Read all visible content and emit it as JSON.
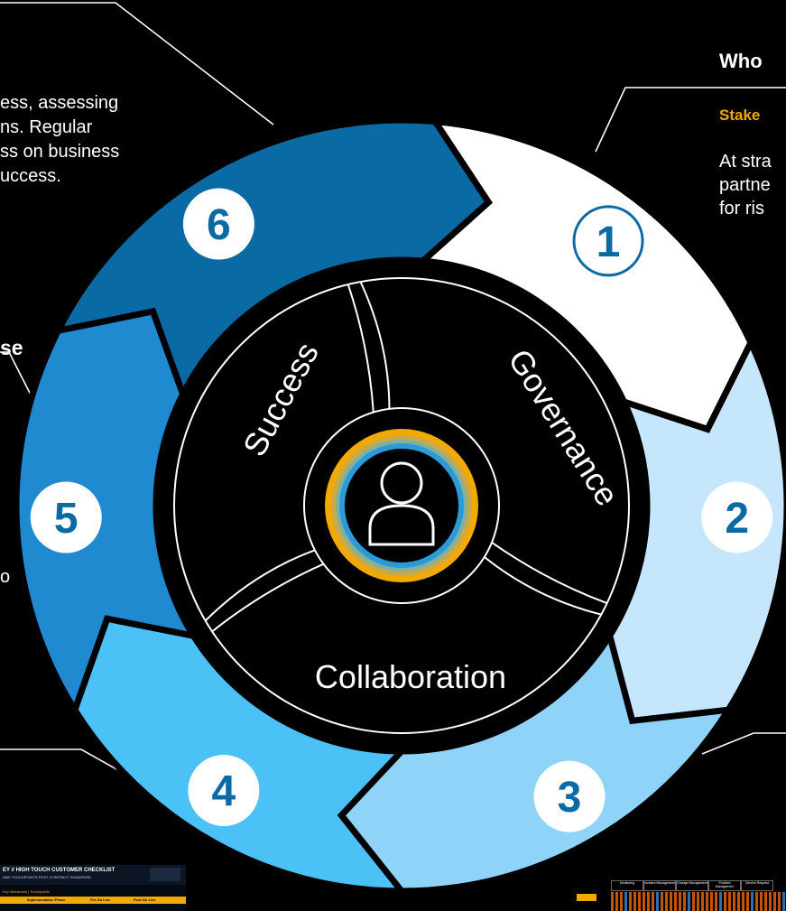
{
  "colors": {
    "background": "#000000",
    "segment_1": "#ffffff",
    "segment_2": "#c5e6fb",
    "segment_3": "#8fd3f8",
    "segment_4": "#4cc1f5",
    "segment_5": "#1f8ad0",
    "segment_6": "#0a6aa4",
    "number_text": "#0a6aa4",
    "accent_orange": "#f2a900",
    "accent_blue": "#1a8fd8"
  },
  "wheel": {
    "segments": [
      {
        "number": "1"
      },
      {
        "number": "2"
      },
      {
        "number": "3"
      },
      {
        "number": "4"
      },
      {
        "number": "5"
      },
      {
        "number": "6"
      }
    ],
    "inner_labels": {
      "success": "Success",
      "governance": "Governance",
      "collaboration": "Collaboration"
    },
    "center_icon": "person-icon"
  },
  "left_callout": {
    "lines": [
      "ess, assessing",
      "ns. Regular",
      "ss on business",
      "uccess."
    ]
  },
  "left_heading_fragment": "se",
  "left_small_fragment": "o",
  "right_callout": {
    "heading": "Who",
    "subheading": "Stake",
    "lines": [
      "At stra",
      "partne",
      "for ris"
    ]
  },
  "thumbnail_left": {
    "title": "EY // HIGH TOUCH CUSTOMER CHECKLIST",
    "subtitle": "AND TOUCHPOINTS POST CONTRACT SIGNATURE",
    "milestone_label": "Key Milestones | Touchpoints",
    "phases": [
      "Implementation Phase",
      "Pre Go Live",
      "Post Go Live"
    ]
  },
  "thumbnail_right": {
    "columns": [
      "Monitoring",
      "Incident Management",
      "Change Management",
      "Problem Management",
      "Service Request"
    ]
  }
}
